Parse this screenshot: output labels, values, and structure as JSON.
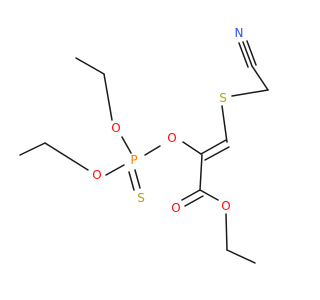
{
  "molecule": {
    "atoms": [
      {
        "id": "O1",
        "symbol": "O",
        "color": "#ff0d0d"
      },
      {
        "id": "O2",
        "symbol": "O",
        "color": "#ff0d0d"
      },
      {
        "id": "P1",
        "symbol": "P",
        "color": "#ff8000"
      },
      {
        "id": "O3",
        "symbol": "O",
        "color": "#ff0d0d"
      },
      {
        "id": "S1",
        "symbol": "S",
        "color": "#b2a800"
      },
      {
        "id": "S2",
        "symbol": "S",
        "color": "#b2a800"
      },
      {
        "id": "N1",
        "symbol": "N",
        "color": "#3050f8"
      },
      {
        "id": "O4",
        "symbol": "O",
        "color": "#ff0d0d"
      },
      {
        "id": "O5",
        "symbol": "O",
        "color": "#ff0d0d"
      }
    ],
    "bond_color": "#1a1a1a"
  }
}
